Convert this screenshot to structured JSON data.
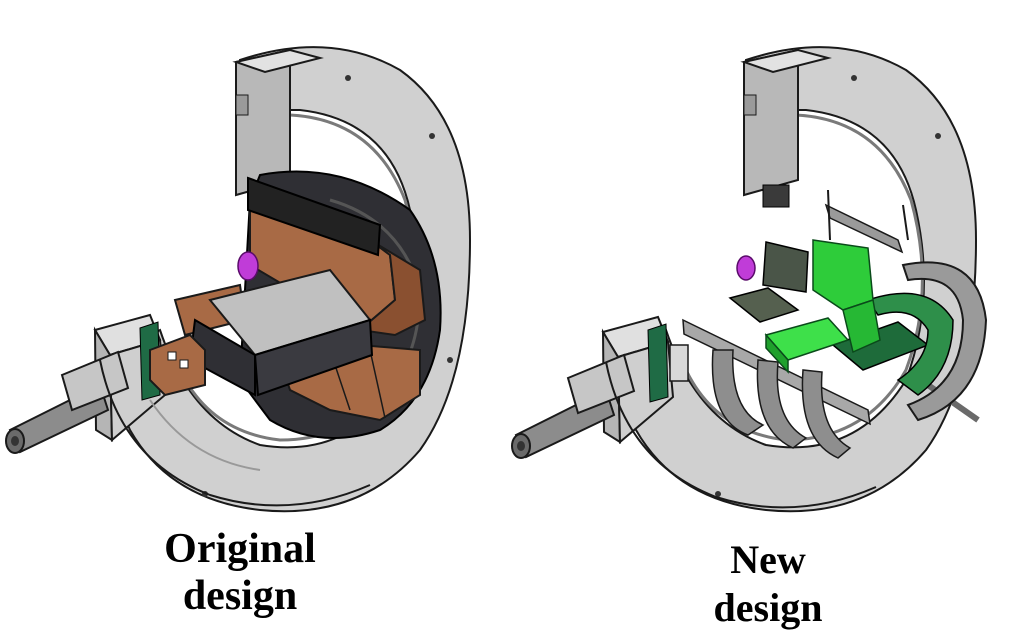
{
  "captions": {
    "original": {
      "line1": "Original",
      "line2": "design"
    },
    "new": {
      "line1": "New",
      "line2": "design"
    }
  },
  "icons": {
    "original": "cutaway-assembly-original",
    "new": "cutaway-assembly-new"
  },
  "colors": {
    "housing": "#c9c9c9",
    "housing_dark": "#8f8f8f",
    "copper": "#a86a45",
    "copper_dark": "#6e3f24",
    "ferrite": "#2f2f34",
    "green": "#2ecc3a",
    "green_dark": "#1e6b3a",
    "magenta": "#c03cd8",
    "outline": "#1a1a1a"
  }
}
